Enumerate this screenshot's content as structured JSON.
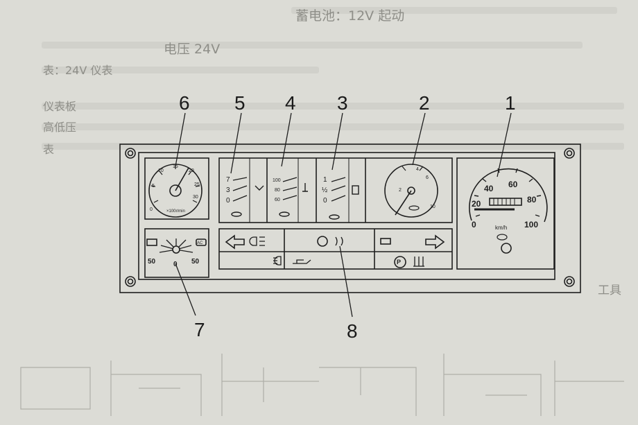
{
  "page": {
    "header_line": "蓄电池：12V 起动",
    "line1": "电压 24V",
    "line2": "表：24V 仪表",
    "line3": "仪表板",
    "line4": "高低压",
    "line5": "表",
    "line6": "",
    "line7": "",
    "margin1": "",
    "margin2": "",
    "margin3": "",
    "margin4": "工具"
  },
  "tachometer": {
    "ticks": [
      "0",
      "5",
      "10",
      "15",
      "20",
      "25",
      "30"
    ],
    "unit": "×100r/min"
  },
  "gauge5": {
    "ticks": [
      "7",
      "3",
      "0"
    ]
  },
  "gauge4": {
    "ticks": [
      "100",
      "80",
      "60"
    ]
  },
  "gauge3": {
    "ticks": [
      "1",
      "½",
      "0"
    ]
  },
  "gauge2": {
    "ticks": [
      "2",
      "4",
      "6",
      "10"
    ]
  },
  "speedometer": {
    "ticks": [
      "0",
      "20",
      "40",
      "60",
      "80",
      "100"
    ],
    "unit": "km/h"
  },
  "ammeter": {
    "ticks": [
      "50",
      "0",
      "50"
    ],
    "badge": "AC"
  },
  "warning_lamps": {
    "parking_label": "P"
  },
  "callouts": [
    "1",
    "2",
    "3",
    "4",
    "5",
    "6",
    "7",
    "8"
  ]
}
